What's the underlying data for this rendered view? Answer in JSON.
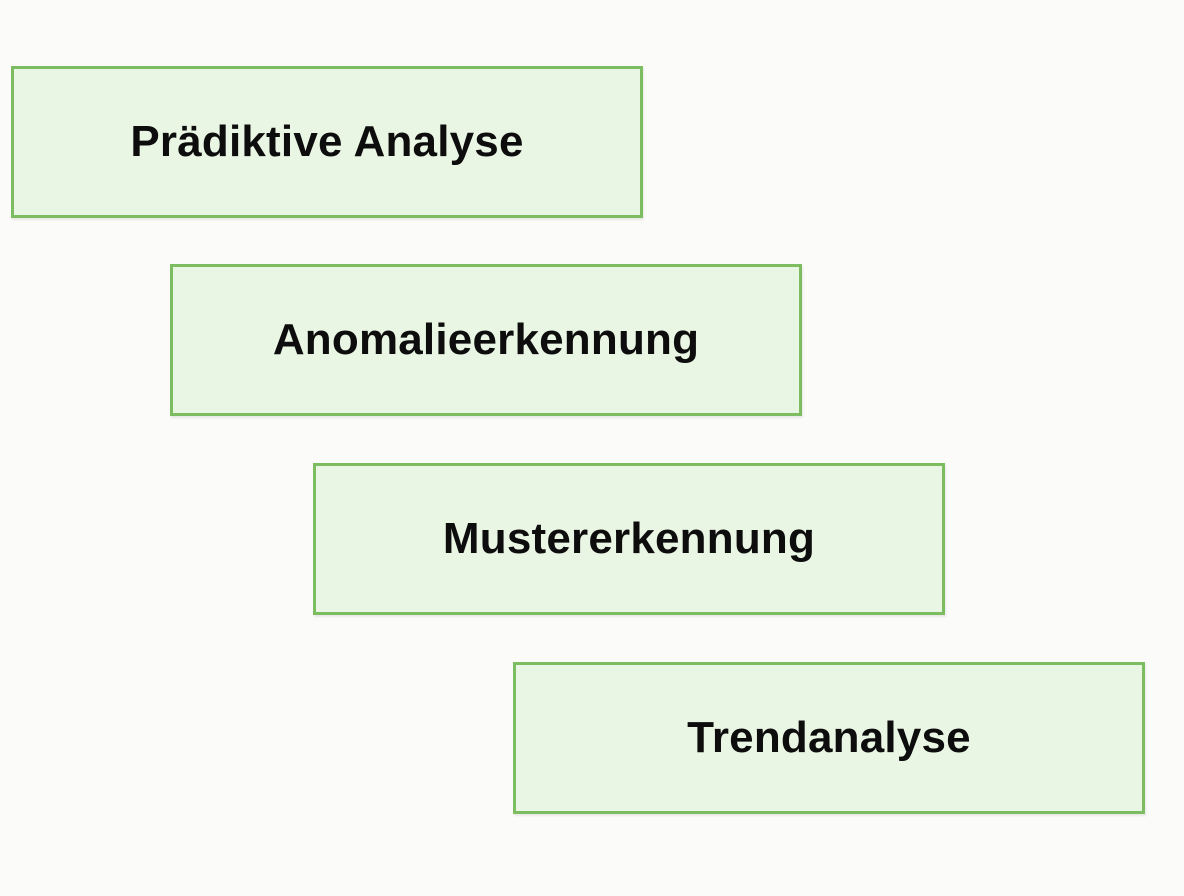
{
  "steps": [
    {
      "label": "Prädiktive Analyse"
    },
    {
      "label": "Anomalieerkennung"
    },
    {
      "label": "Mustererkennung"
    },
    {
      "label": "Trendanalyse"
    }
  ],
  "colors": {
    "box_fill": "#eaf6e4",
    "box_border": "#7dbd62",
    "text": "#0d0d0d",
    "background": "#fbfbfa"
  }
}
